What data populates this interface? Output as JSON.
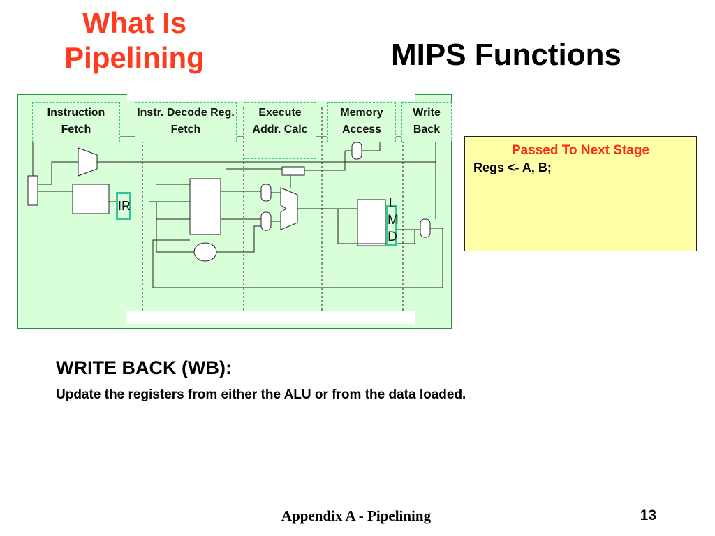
{
  "slide": {
    "corner_title": "What Is Pipelining",
    "title": "MIPS Functions"
  },
  "diagram": {
    "stages": [
      "Instruction Fetch",
      "Instr. Decode Reg. Fetch",
      "Execute Addr. Calc",
      "Memory Access",
      "Write Back"
    ],
    "register_labels": {
      "ir": "IR",
      "lmd": "L M D"
    }
  },
  "note": {
    "heading": "Passed To Next Stage",
    "body": "Regs <- A, B;"
  },
  "body": {
    "heading": "WRITE BACK (WB):",
    "description": "Update the registers from either the ALU or from the data loaded."
  },
  "footer": {
    "text": "Appendix A - Pipelining",
    "page_number": "13"
  },
  "colors": {
    "title_accent": "#ff3b1f",
    "diagram_background": "#d8ffd8",
    "stage_border": "#3cbf8f",
    "note_background": "#ffffa8",
    "note_heading": "#ff2a1a"
  }
}
